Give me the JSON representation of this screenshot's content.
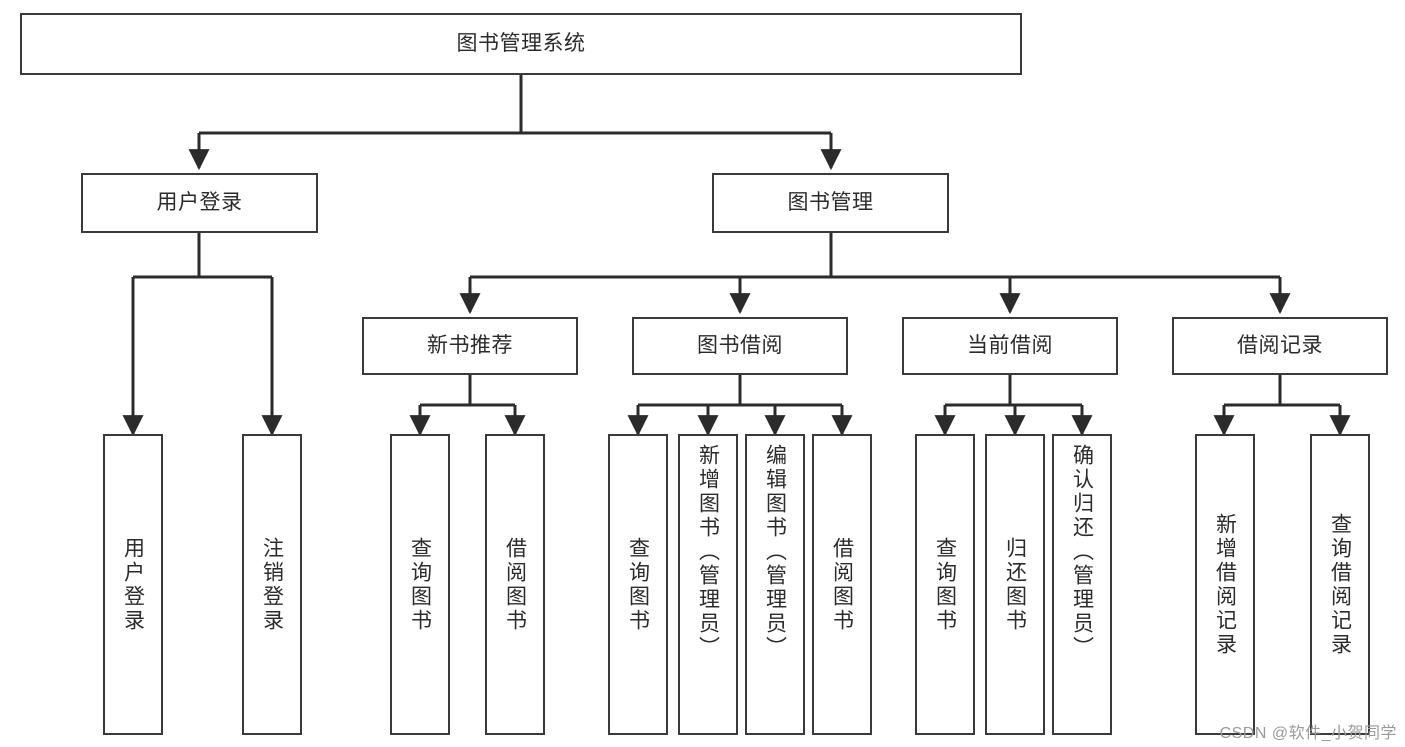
{
  "diagram": {
    "title": "图书管理系统",
    "type": "hierarchy-tree",
    "watermark": "CSDN @软件_小贺同学",
    "colors": {
      "box_border": "#3a3a3a",
      "box_fill": "#ffffff",
      "edge": "#2b2b2b",
      "text": "#2b2b2b",
      "watermark": "#9a9a9a"
    },
    "levels": [
      {
        "level": 1,
        "nodes": [
          {
            "id": "root",
            "label": "图书管理系统",
            "orientation": "horizontal"
          }
        ]
      },
      {
        "level": 2,
        "nodes": [
          {
            "id": "l2-0",
            "label": "用户登录",
            "orientation": "horizontal",
            "parent": "root"
          },
          {
            "id": "l2-1",
            "label": "图书管理",
            "orientation": "horizontal",
            "parent": "root"
          }
        ]
      },
      {
        "level": 3,
        "nodes": [
          {
            "id": "l3-0",
            "label": "新书推荐",
            "orientation": "horizontal",
            "parent": "l2-1"
          },
          {
            "id": "l3-1",
            "label": "图书借阅",
            "orientation": "horizontal",
            "parent": "l2-1"
          },
          {
            "id": "l3-2",
            "label": "当前借阅",
            "orientation": "horizontal",
            "parent": "l2-1"
          },
          {
            "id": "l3-3",
            "label": "借阅记录",
            "orientation": "horizontal",
            "parent": "l2-1"
          }
        ]
      },
      {
        "level": 4,
        "nodes": [
          {
            "id": "leaf-0",
            "label": "用户登录",
            "orientation": "vertical",
            "parent": "l2-0"
          },
          {
            "id": "leaf-1",
            "label": "注销登录",
            "orientation": "vertical",
            "parent": "l2-0"
          },
          {
            "id": "leaf-2",
            "label": "查询图书",
            "orientation": "vertical",
            "parent": "l3-0"
          },
          {
            "id": "leaf-3",
            "label": "借阅图书",
            "orientation": "vertical",
            "parent": "l3-0"
          },
          {
            "id": "leaf-4",
            "label": "查询图书",
            "orientation": "vertical",
            "parent": "l3-1"
          },
          {
            "id": "leaf-5",
            "label": "新增图书（管理员）",
            "orientation": "vertical",
            "parent": "l3-1"
          },
          {
            "id": "leaf-6",
            "label": "编辑图书（管理员）",
            "orientation": "vertical",
            "parent": "l3-1"
          },
          {
            "id": "leaf-7",
            "label": "借阅图书",
            "orientation": "vertical",
            "parent": "l3-1"
          },
          {
            "id": "leaf-8",
            "label": "查询图书",
            "orientation": "vertical",
            "parent": "l3-2"
          },
          {
            "id": "leaf-9",
            "label": "归还图书",
            "orientation": "vertical",
            "parent": "l3-2"
          },
          {
            "id": "leaf-10",
            "label": "确认归还（管理员）",
            "orientation": "vertical",
            "parent": "l3-2"
          },
          {
            "id": "leaf-11",
            "label": "新增借阅记录",
            "orientation": "vertical",
            "parent": "l3-3"
          },
          {
            "id": "leaf-12",
            "label": "查询借阅记录",
            "orientation": "vertical",
            "parent": "l3-3"
          }
        ]
      }
    ]
  }
}
